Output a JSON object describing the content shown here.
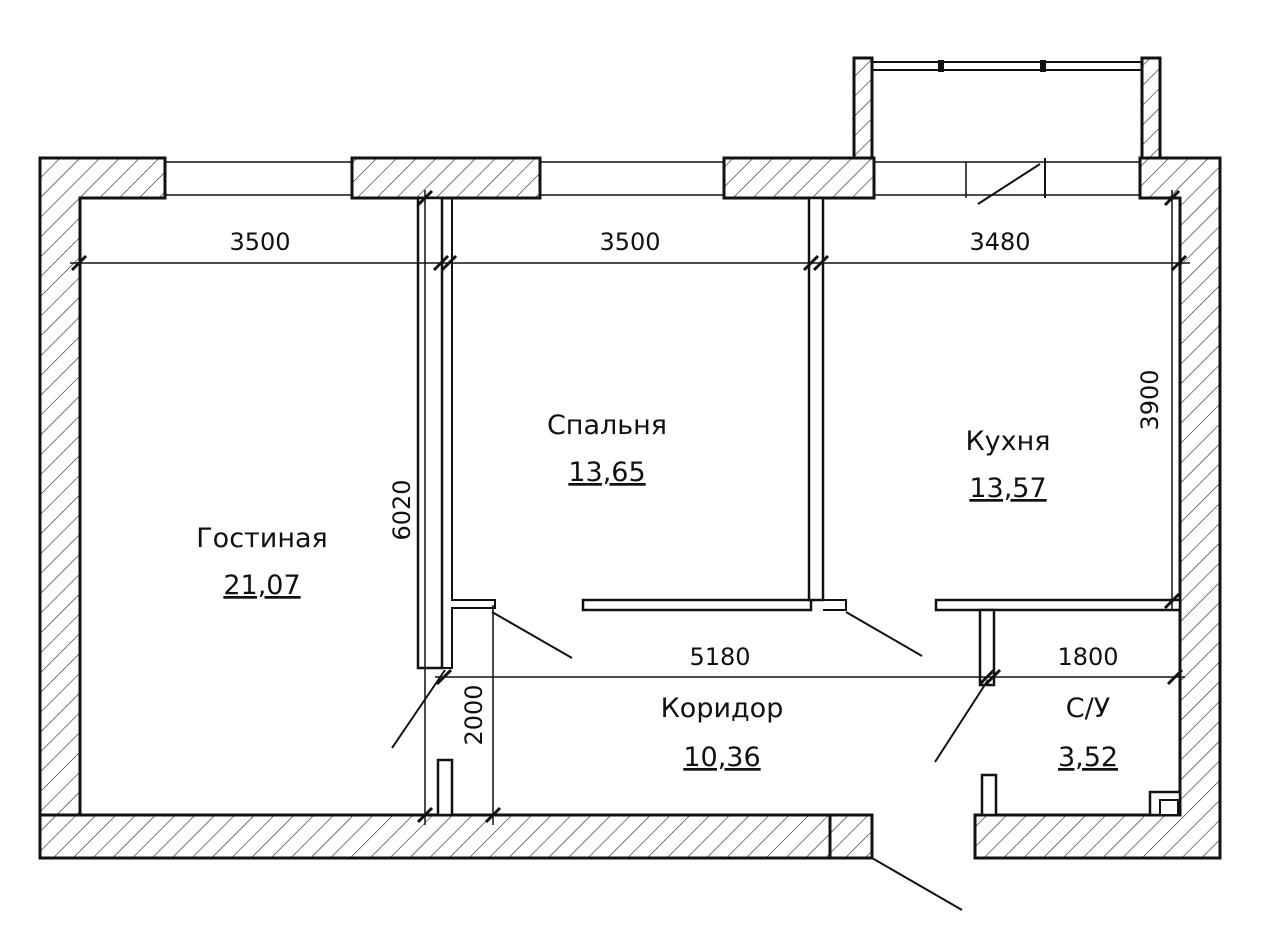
{
  "rooms": {
    "living": {
      "name": "Гостиная",
      "area": "21,07"
    },
    "bedroom": {
      "name": "Спальня",
      "area": "13,65"
    },
    "kitchen": {
      "name": "Кухня",
      "area": "13,57"
    },
    "corridor": {
      "name": "Коридор",
      "area": "10,36"
    },
    "bathroom": {
      "name": "С/У",
      "area": "3,52"
    }
  },
  "dimensions": {
    "living_width": "3500",
    "bedroom_width": "3500",
    "kitchen_width": "3480",
    "kitchen_depth": "3900",
    "living_depth": "6020",
    "corridor_length": "5180",
    "bathroom_width": "1800",
    "corridor_width": "2000"
  }
}
